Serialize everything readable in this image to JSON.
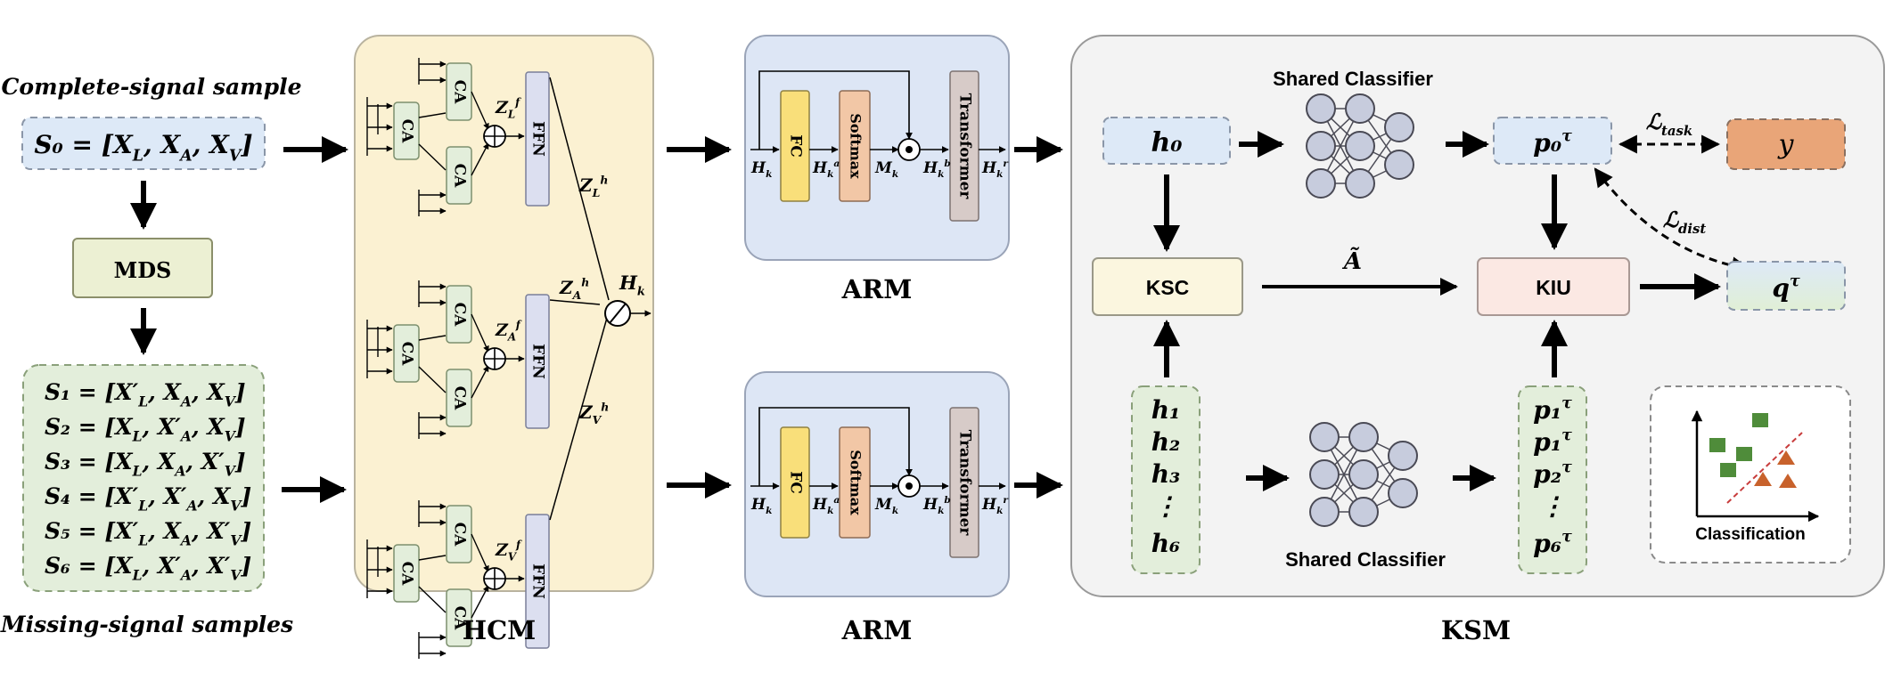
{
  "left": {
    "complete_caption": "Complete-signal sample",
    "complete_formula": "S₀ = [X_L, X_A, X_V]",
    "mds_label": "MDS",
    "missing_caption": "Missing-signal samples",
    "missing_rows": [
      "S₁ = [X′_L, X_A, X_V]",
      "S₂ = [X_L, X′_A, X_V]",
      "S₃ = [X_L, X_A, X′_V]",
      "S₄ = [X′_L, X′_A, X_V]",
      "S₅ = [X′_L, X_A, X′_V]",
      "S₆ = [X_L, X′_A, X′_V]"
    ]
  },
  "hcm": {
    "title": "HCM",
    "ca_label": "CA",
    "ffn_label": "FFN",
    "branches": [
      {
        "fused": "Z_L^f",
        "head": "Z_L^h"
      },
      {
        "fused": "Z_A^f",
        "head": "Z_A^h"
      },
      {
        "fused": "Z_V^f",
        "head": "Z_V^h"
      }
    ],
    "output": "H_k"
  },
  "arm": {
    "title": "ARM",
    "fc": "FC",
    "softmax": "Softmax",
    "transformer": "Transformer",
    "labels": {
      "input": "H_k",
      "after_fc": "H_k^a",
      "mask": "M_k",
      "after_mul": "H_k^b",
      "output": "H_k^r"
    }
  },
  "ksm": {
    "title": "KSM",
    "h0": "h₀",
    "shared_classifier_top": "Shared Classifier",
    "shared_classifier_bottom": "Shared Classifier",
    "p0": "p₀^τ",
    "y": "y",
    "loss_task": "ℒ_task",
    "loss_dist": "ℒ_dist",
    "ksc": "KSC",
    "kiu": "KIU",
    "a_tilde": "Ã",
    "q": "q^τ",
    "h_list": [
      "h₁",
      "h₂",
      "h₃",
      "⋮",
      "h₆"
    ],
    "p_list": [
      "p₁^τ",
      "p₁^τ",
      "p₂^τ",
      "⋮",
      "p₆^τ"
    ],
    "inset_caption": "Classification"
  },
  "colors": {
    "hcm_bg": "#fbf1d2",
    "arm_bg": "#dde6f5",
    "ksm_bg": "#f3f3f3",
    "ca_fill": "#e3eedb",
    "ffn_fill": "#dcdff0",
    "fc_fill": "#f9df7a",
    "softmax_fill": "#f2c7a6",
    "transformer_fill": "#d7cbc8",
    "y_fill": "#e9a578",
    "square_green": "#4f8c3a",
    "triangle_orange": "#c8622c"
  }
}
